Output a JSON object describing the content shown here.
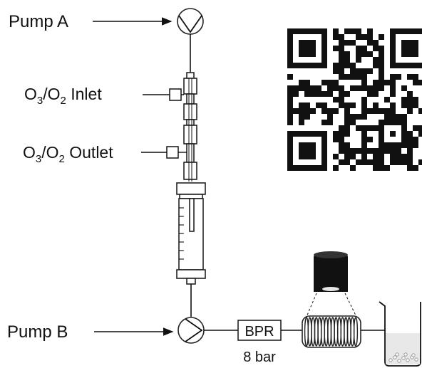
{
  "labels": {
    "pump_a": "Pump A",
    "pump_b": "Pump B",
    "inlet_prefix": "O",
    "inlet_sub1": "3",
    "inlet_mid": "/O",
    "inlet_sub2": "2",
    "inlet_suffix": " Inlet",
    "outlet_prefix": "O",
    "outlet_sub1": "3",
    "outlet_mid": "/O",
    "outlet_sub2": "2",
    "outlet_suffix": " Outlet",
    "bpr": "BPR",
    "pressure": "8 bar"
  },
  "colors": {
    "line": "#111111",
    "lamp_body": "#111111",
    "lamp_glow": "#e6e6e6",
    "qr_dark": "#111111"
  },
  "icons": {
    "pump_a": "pump-icon",
    "pump_b": "pump-icon",
    "qr": "qr-code",
    "lamp": "uv-lamp-icon",
    "coil": "coil-reactor-icon",
    "beaker": "beaker-icon"
  }
}
